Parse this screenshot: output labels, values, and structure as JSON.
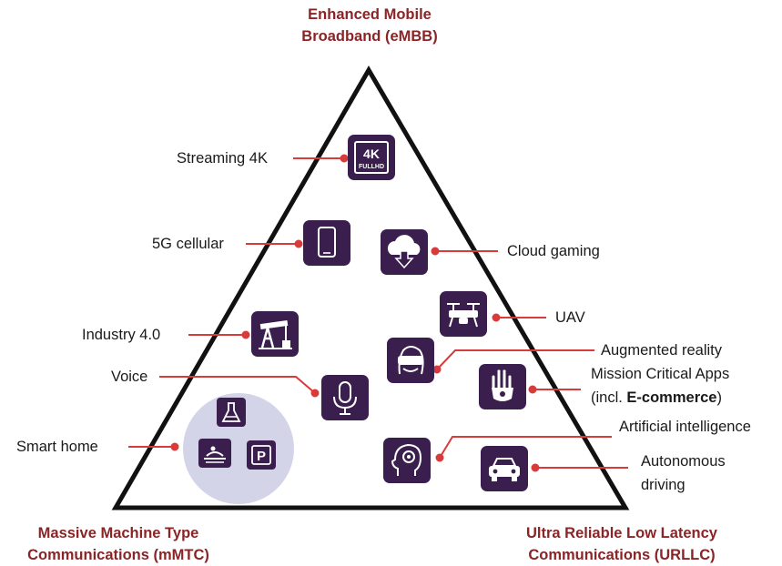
{
  "corners": {
    "top": [
      "Enhanced Mobile",
      "Broadband (eMBB)"
    ],
    "bottom_left": [
      "Massive Machine Type",
      "Communications (mMTC)"
    ],
    "bottom_right": [
      "Ultra Reliable Low Latency",
      "Communications (URLLC)"
    ]
  },
  "labels": {
    "streaming": "Streaming 4K",
    "cellular": "5G cellular",
    "industry": "Industry 4.0",
    "voice": "Voice",
    "smart_home": "Smart home",
    "cloud_gaming": "Cloud gaming",
    "uav": "UAV",
    "ar": "Augmented reality",
    "mission_line1": "Mission Critical Apps",
    "mission_prefix": "(incl. ",
    "mission_bold": "E-commerce",
    "mission_suffix": ")",
    "ai": "Artificial intelligence",
    "driving_line1": "Autonomous",
    "driving_line2": "driving"
  },
  "icon_text": {
    "fourk": "4K",
    "fullhd": "FULLHD",
    "parking": "P"
  },
  "colors": {
    "accent": "#8a2426",
    "connector": "#d93a3a",
    "icon_bg": "#3a1f4e",
    "cluster_bg": "#d4d4e8"
  }
}
